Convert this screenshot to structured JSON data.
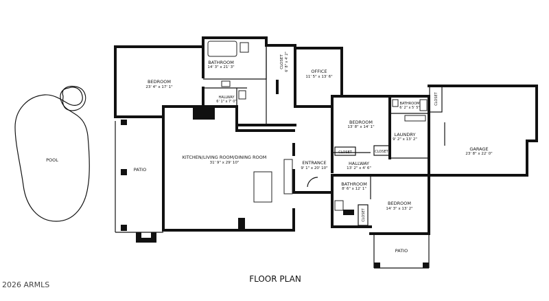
{
  "title": "FLOOR PLAN",
  "copyright": "2026 ARMLS",
  "rooms": {
    "pool": {
      "name": "POOL"
    },
    "patio_west": {
      "name": "PATIO"
    },
    "bedroom_1": {
      "name": "BEDROOM",
      "size": "23' 4\" x 17' 1\""
    },
    "bathroom_1": {
      "name": "BATHROOM",
      "size": "14' 3\" x 21' 3\""
    },
    "closet_1": {
      "name": "CLOSET",
      "size": "6' 8\" x 4' 2\""
    },
    "office": {
      "name": "OFFICE",
      "size": "11' 5\" x 13' 6\""
    },
    "hallway_1": {
      "name": "HALLWAY",
      "size": "6' 1\" x 7' 0\""
    },
    "kitchen": {
      "name": "KITCHEN/LIVING ROOM/DINING ROOM",
      "size": "31' 9\" x 29' 10\""
    },
    "entrance": {
      "name": "ENTRANCE",
      "size": "9' 1\" x 20' 10\""
    },
    "bedroom_2": {
      "name": "BEDROOM",
      "size": "13' 8\" x 14' 1\""
    },
    "bathroom_2": {
      "name": "BATHROOM",
      "size": "6' 2\" x 5' 5\""
    },
    "laundry": {
      "name": "LAUNDRY",
      "size": "9' 2\" x 13' 2\""
    },
    "closet_2": {
      "name": "CLOSET"
    },
    "closet_3": {
      "name": "CLOSET"
    },
    "closet_4": {
      "name": "CLOSET"
    },
    "closet_5": {
      "name": "CLOSET"
    },
    "hallway_2": {
      "name": "HALLWAY",
      "size": "13' 2\" x 4' 6\""
    },
    "bathroom_3": {
      "name": "BATHROOM",
      "size": "8' 6\" x 12' 1\""
    },
    "bedroom_3": {
      "name": "BEDROOM",
      "size": "14' 3\" x 13' 2\""
    },
    "patio_south": {
      "name": "PATIO"
    },
    "garage": {
      "name": "GARAGE",
      "size": "23' 8\" x 22' 0\""
    }
  }
}
